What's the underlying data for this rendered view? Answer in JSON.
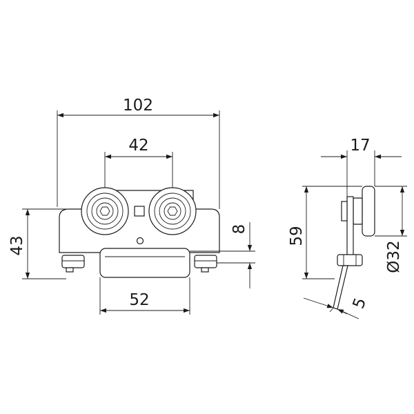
{
  "front_view": {
    "dim_width": "102",
    "dim_wheel_spacing": "42",
    "dim_height": "43",
    "dim_offset": "8",
    "dim_bottom": "52"
  },
  "side_view": {
    "dim_depth": "17",
    "dim_height": "59",
    "dim_diameter": "Ø32",
    "dim_bolt": "5"
  }
}
